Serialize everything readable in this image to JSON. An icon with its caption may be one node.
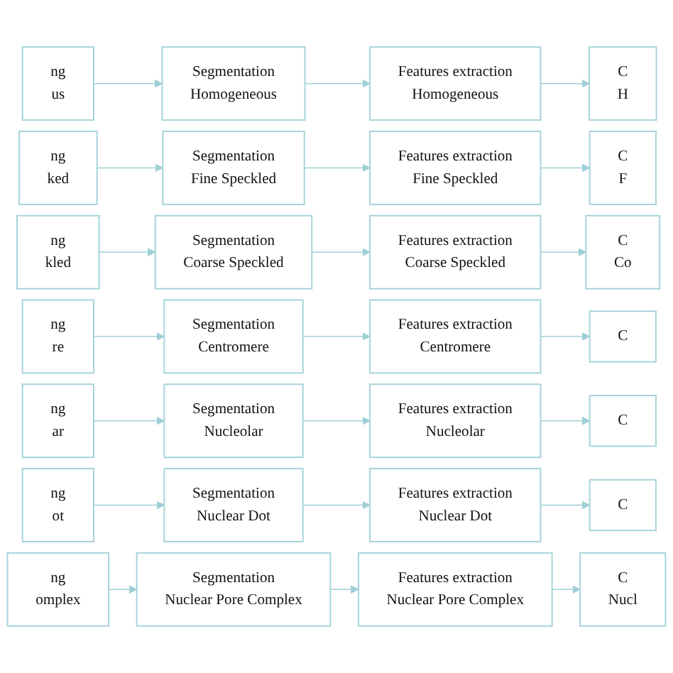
{
  "diagram": {
    "nodes": [
      {
        "text": [
          "ng",
          "us"
        ]
      },
      {
        "text": [
          "Segmentation",
          "Homogeneous"
        ]
      },
      {
        "text": [
          "Features extraction",
          "Homogeneous"
        ]
      },
      {
        "text": [
          "C",
          "H"
        ]
      },
      {
        "text": [
          "ng",
          "ked"
        ]
      },
      {
        "text": [
          "Segmentation",
          "Fine Speckled"
        ]
      },
      {
        "text": [
          "Features extraction",
          "Fine Speckled"
        ]
      },
      {
        "text": [
          "C",
          "F"
        ]
      },
      {
        "text": [
          "ng",
          "kled"
        ]
      },
      {
        "text": [
          "Segmentation",
          "Coarse Speckled"
        ]
      },
      {
        "text": [
          "Features extraction",
          "Coarse Speckled"
        ]
      },
      {
        "text": [
          "C",
          "Co"
        ]
      },
      {
        "text": [
          "ng",
          "re"
        ]
      },
      {
        "text": [
          "Segmentation",
          "Centromere"
        ]
      },
      {
        "text": [
          "Features extraction",
          "Centromere"
        ]
      },
      {
        "text": [
          "C"
        ]
      },
      {
        "text": [
          "ng",
          "ar"
        ]
      },
      {
        "text": [
          "Segmentation",
          "Nucleolar"
        ]
      },
      {
        "text": [
          "Features extraction",
          "Nucleolar"
        ]
      },
      {
        "text": [
          "C"
        ]
      },
      {
        "text": [
          "ng",
          "ot"
        ]
      },
      {
        "text": [
          "Segmentation",
          "Nuclear Dot"
        ]
      },
      {
        "text": [
          "Features extraction",
          "Nuclear Dot"
        ]
      },
      {
        "text": [
          "C"
        ]
      },
      {
        "text": [
          "ng",
          "omplex"
        ]
      },
      {
        "text": [
          "Segmentation",
          "Nuclear Pore Complex"
        ]
      },
      {
        "text": [
          "Features extraction",
          "Nuclear Pore Complex"
        ]
      },
      {
        "text": [
          "C",
          "Nucl"
        ]
      }
    ],
    "edges": [
      {
        "from": 0,
        "to": 1,
        "arrow": "to"
      },
      {
        "from": 1,
        "to": 2,
        "arrow": "to"
      },
      {
        "from": 2,
        "to": 3,
        "arrow": "to"
      },
      {
        "from": 4,
        "to": 5,
        "arrow": "to"
      },
      {
        "from": 5,
        "to": 6,
        "arrow": "to"
      },
      {
        "from": 6,
        "to": 7,
        "arrow": "to"
      },
      {
        "from": 8,
        "to": 9,
        "arrow": "to"
      },
      {
        "from": 9,
        "to": 10,
        "arrow": "to"
      },
      {
        "from": 10,
        "to": 11,
        "arrow": "to"
      },
      {
        "from": 12,
        "to": 13,
        "arrow": "to"
      },
      {
        "from": 13,
        "to": 14,
        "arrow": "to"
      },
      {
        "from": 14,
        "to": 15,
        "arrow": "to"
      },
      {
        "from": 16,
        "to": 17,
        "arrow": "to"
      },
      {
        "from": 17,
        "to": 18,
        "arrow": "to"
      },
      {
        "from": 18,
        "to": 19,
        "arrow": "to"
      },
      {
        "from": 20,
        "to": 21,
        "arrow": "to"
      },
      {
        "from": 21,
        "to": 22,
        "arrow": "to"
      },
      {
        "from": 22,
        "to": 23,
        "arrow": "to"
      },
      {
        "from": 24,
        "to": 25,
        "arrow": "to"
      },
      {
        "from": 25,
        "to": 26,
        "arrow": "to"
      },
      {
        "from": 26,
        "to": 27,
        "arrow": "to"
      }
    ]
  }
}
